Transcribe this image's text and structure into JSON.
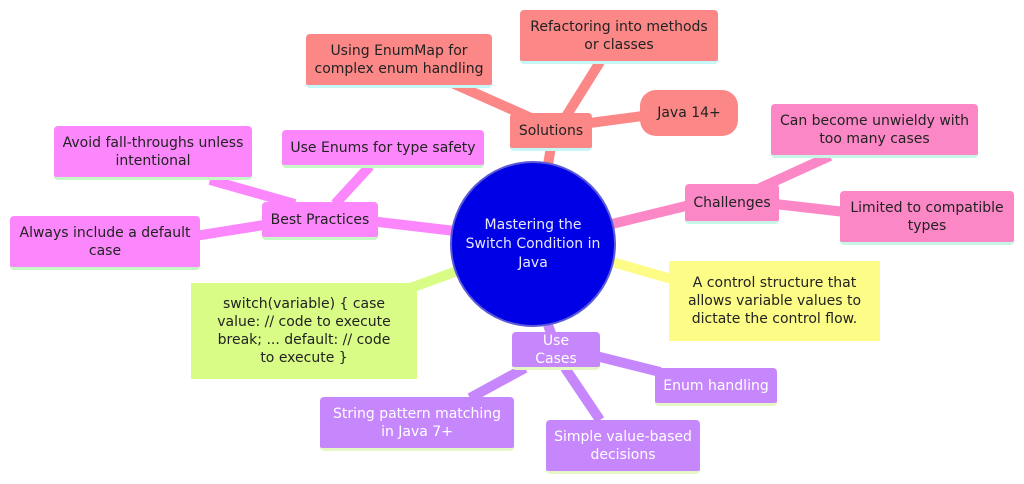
{
  "root": {
    "label": "Mastering the Switch Condition in Java",
    "color": "#0000e6"
  },
  "branches": {
    "solutions": {
      "label": "Solutions",
      "color": "#fc8787",
      "children": [
        "Using EnumMap for complex enum handling",
        "Refactoring into methods or classes",
        "Java 14+"
      ]
    },
    "best_practices": {
      "label": "Best Practices",
      "color": "#fc87fc",
      "children": [
        "Avoid fall-throughs unless intentional",
        "Use Enums for type safety",
        "Always include a default case"
      ]
    },
    "challenges": {
      "label": "Challenges",
      "color": "#fc87c6",
      "children": [
        "Can become unwieldy with too many cases",
        "Limited to compatible types"
      ]
    },
    "definition": {
      "label": "A control structure that allows variable values to dictate the control flow.",
      "color": "#fcfc87"
    },
    "syntax": {
      "label": "switch(variable) { case value: // code to execute break; ... default: // code to execute }",
      "color": "#d9fc87"
    },
    "use_cases": {
      "label": "Use Cases",
      "color": "#c687fc",
      "children": [
        "Enum handling",
        "String pattern matching in Java 7+",
        "Simple value-based decisions"
      ]
    }
  }
}
